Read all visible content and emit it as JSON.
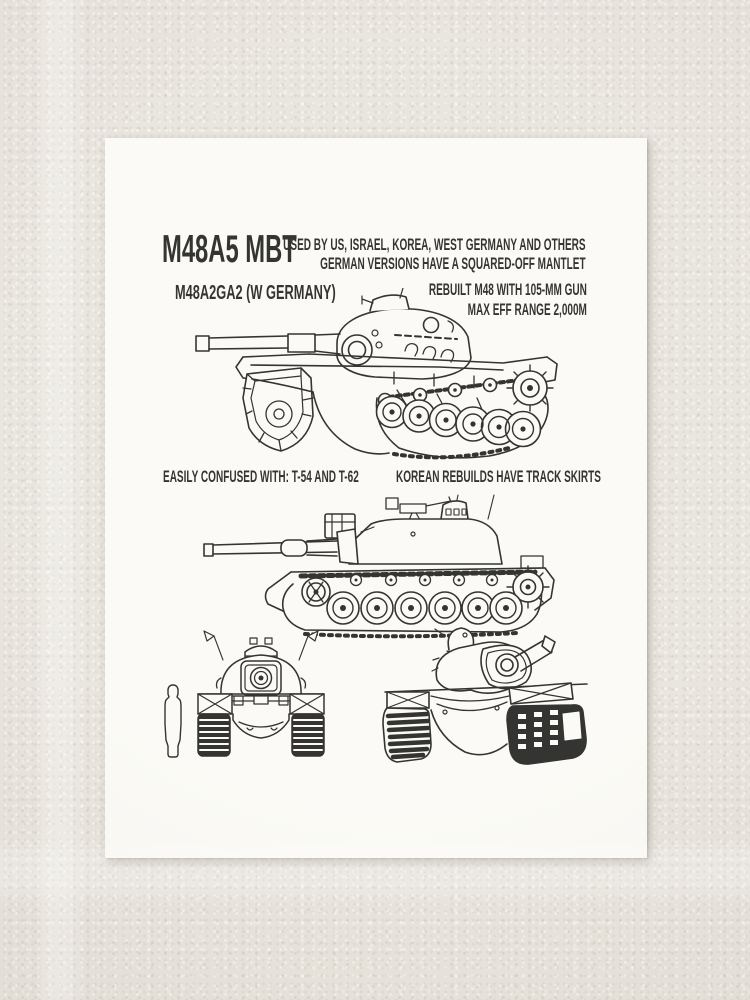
{
  "scene": {
    "wall_color": "#e7e3db",
    "paper_color": "#fbfaf5",
    "ink_color": "#1d1d1b"
  },
  "poster": {
    "title": "M48A5 MBT",
    "header_note_line1": "USED BY US, ISRAEL, KOREA, WEST GERMANY AND OTHERS",
    "header_note_line2": "GERMAN VERSIONS HAVE A SQUARED-OFF MANTLET",
    "variant_label": "M48A2GA2 (W GERMANY)",
    "gun_note_line1": "REBUILT M48 WITH 105-MM GUN",
    "gun_note_line2": "MAX EFF RANGE 2,000M",
    "caption_left": "EASILY CONFUSED WITH: T-54 AND T-62",
    "caption_right": "KOREAN REBUILDS HAVE TRACK SKIRTS",
    "drawings": {
      "top": "M48A2GA2 three-quarter-view line drawing",
      "middle": "M48A5 side-profile line drawing",
      "front": "M48A5 front-view line drawing",
      "scale_figure": "human silhouette for scale",
      "bottom_right": "M48A5 three-quarter front-view line drawing"
    }
  }
}
